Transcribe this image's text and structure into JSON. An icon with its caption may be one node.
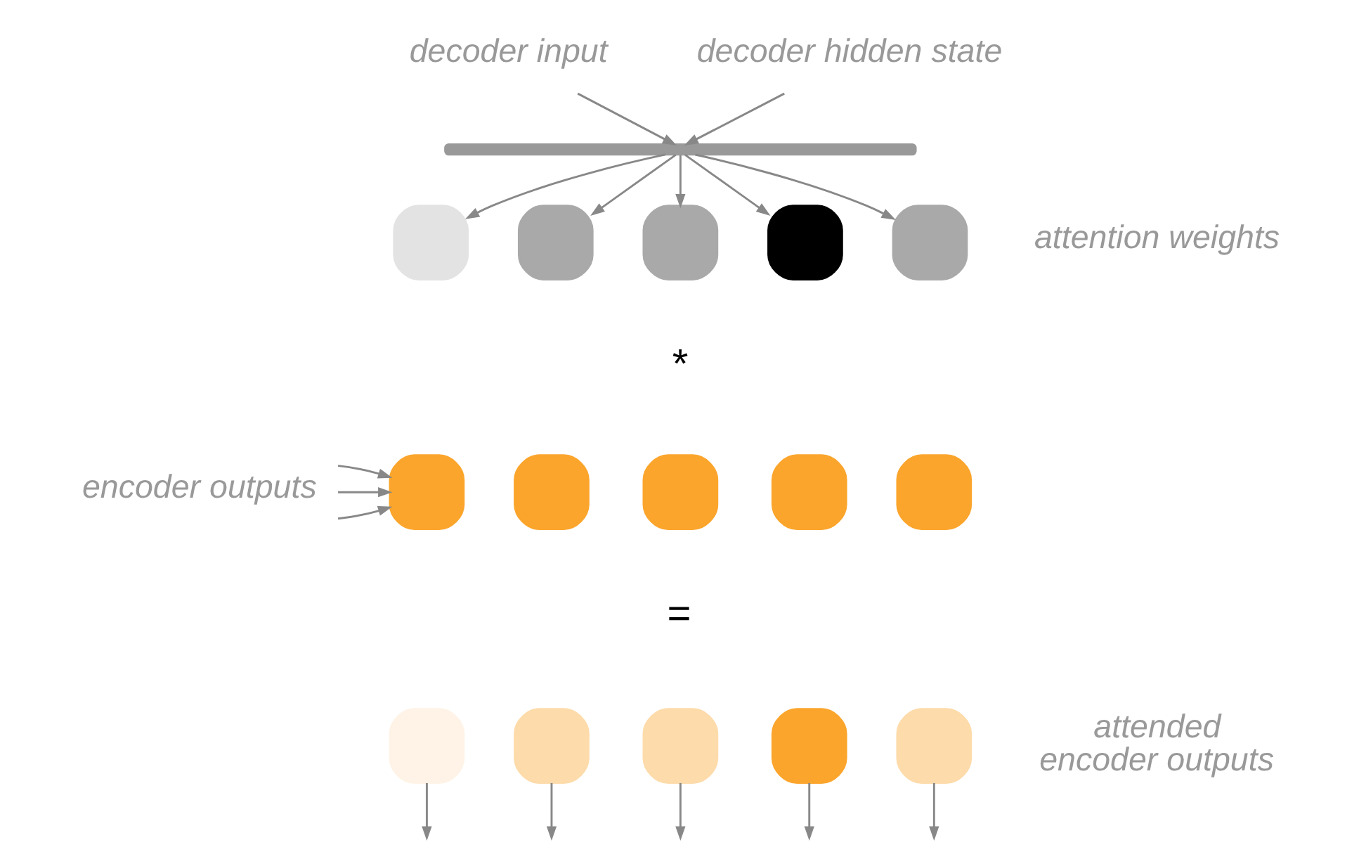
{
  "diagram": {
    "nodes": [
      {
        "text": [
          "decoder input"
        ]
      },
      {
        "text": [
          "decoder hidden state"
        ]
      },
      {
        "text": [],
        "shape": "bar"
      },
      {
        "text": [],
        "shape": "box"
      },
      {
        "text": [],
        "shape": "box"
      },
      {
        "text": [],
        "shape": "box"
      },
      {
        "text": [],
        "shape": "box"
      },
      {
        "text": [],
        "shape": "box"
      },
      {
        "text": [
          "encoder outputs"
        ]
      },
      {
        "text": [],
        "shape": "box"
      },
      {
        "text": [],
        "shape": "box"
      },
      {
        "text": [],
        "shape": "box"
      },
      {
        "text": [],
        "shape": "box"
      },
      {
        "text": [],
        "shape": "box"
      },
      {
        "text": [],
        "shape": "box"
      },
      {
        "text": [],
        "shape": "box"
      },
      {
        "text": [],
        "shape": "box"
      },
      {
        "text": [],
        "shape": "box"
      },
      {
        "text": [],
        "shape": "box"
      }
    ],
    "edges": [
      {
        "from": 0,
        "to": 2,
        "arrow": "to"
      },
      {
        "from": 1,
        "to": 2,
        "arrow": "to"
      },
      {
        "from": 2,
        "to": 3,
        "arrow": "to"
      },
      {
        "from": 2,
        "to": 4,
        "arrow": "to"
      },
      {
        "from": 2,
        "to": 5,
        "arrow": "to"
      },
      {
        "from": 2,
        "to": 6,
        "arrow": "to"
      },
      {
        "from": 2,
        "to": 7,
        "arrow": "to"
      },
      {
        "from": 8,
        "to": 9,
        "arrow": "to"
      },
      {
        "from": 8,
        "to": 9,
        "arrow": "to"
      },
      {
        "from": 8,
        "to": 9,
        "arrow": "to"
      },
      {
        "from": 14,
        "to": null,
        "arrow": "to"
      },
      {
        "from": 15,
        "to": null,
        "arrow": "to"
      },
      {
        "from": 16,
        "to": null,
        "arrow": "to"
      },
      {
        "from": 17,
        "to": null,
        "arrow": "to"
      },
      {
        "from": 18,
        "to": null,
        "arrow": "to"
      }
    ],
    "labels": [
      "attention weights",
      "*",
      "=",
      "attended encoder outputs"
    ]
  }
}
